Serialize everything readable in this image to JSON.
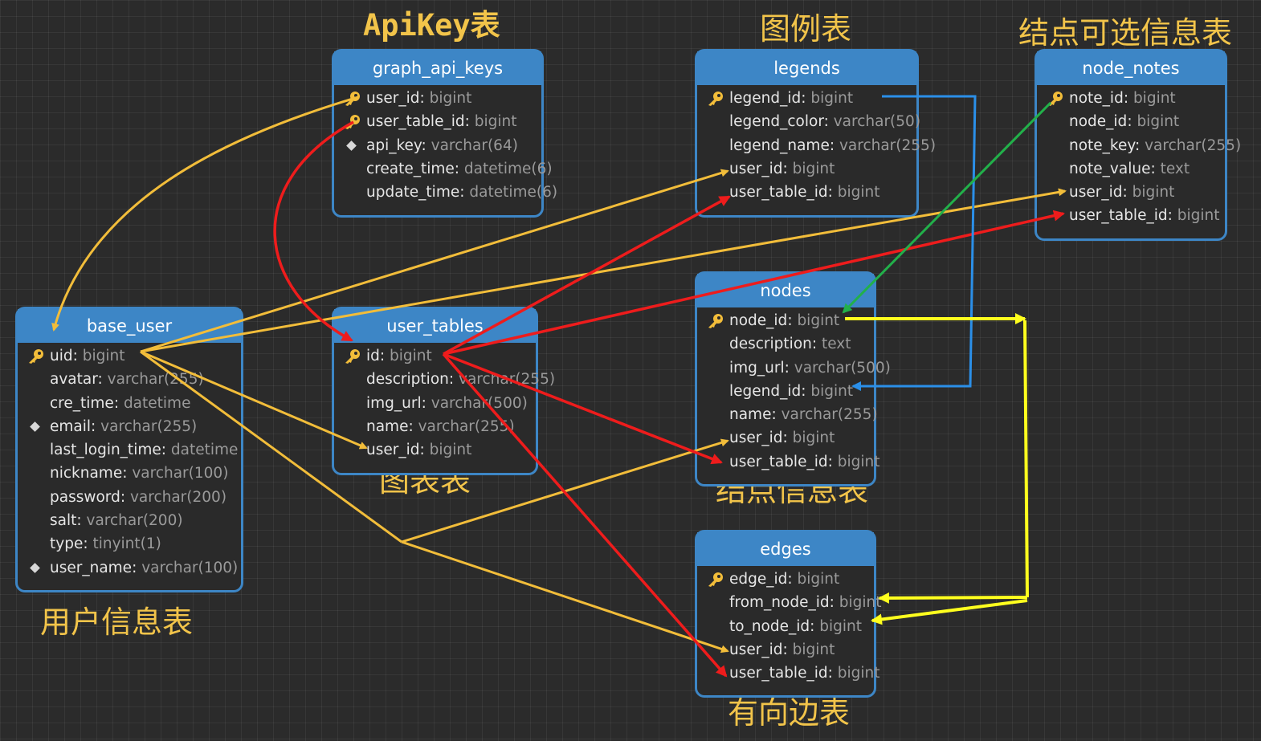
{
  "captions": {
    "apikey": "ApiKey表",
    "legends": "图例表",
    "node_notes": "结点可选信息表",
    "user_tables": "图表表",
    "nodes": "结点信息表",
    "base_user": "用户信息表",
    "edges": "有向边表"
  },
  "tables": {
    "graph_api_keys": {
      "name": "graph_api_keys",
      "fields": [
        {
          "name": "user_id",
          "type": "bigint",
          "icon": "key-icon"
        },
        {
          "name": "user_table_id",
          "type": "bigint",
          "icon": "key-icon"
        },
        {
          "name": "api_key",
          "type": "varchar(64)",
          "icon": "diamond-icon"
        },
        {
          "name": "create_time",
          "type": "datetime(6)",
          "icon": ""
        },
        {
          "name": "update_time",
          "type": "datetime(6)",
          "icon": ""
        }
      ]
    },
    "legends": {
      "name": "legends",
      "fields": [
        {
          "name": "legend_id",
          "type": "bigint",
          "icon": "key-icon"
        },
        {
          "name": "legend_color",
          "type": "varchar(50)",
          "icon": ""
        },
        {
          "name": "legend_name",
          "type": "varchar(255)",
          "icon": ""
        },
        {
          "name": "user_id",
          "type": "bigint",
          "icon": ""
        },
        {
          "name": "user_table_id",
          "type": "bigint",
          "icon": ""
        }
      ]
    },
    "node_notes": {
      "name": "node_notes",
      "fields": [
        {
          "name": "note_id",
          "type": "bigint",
          "icon": "key-icon"
        },
        {
          "name": "node_id",
          "type": "bigint",
          "icon": ""
        },
        {
          "name": "note_key",
          "type": "varchar(255)",
          "icon": ""
        },
        {
          "name": "note_value",
          "type": "text",
          "icon": ""
        },
        {
          "name": "user_id",
          "type": "bigint",
          "icon": ""
        },
        {
          "name": "user_table_id",
          "type": "bigint",
          "icon": ""
        }
      ]
    },
    "nodes": {
      "name": "nodes",
      "fields": [
        {
          "name": "node_id",
          "type": "bigint",
          "icon": "key-icon"
        },
        {
          "name": "description",
          "type": "text",
          "icon": ""
        },
        {
          "name": "img_url",
          "type": "varchar(500)",
          "icon": ""
        },
        {
          "name": "legend_id",
          "type": "bigint",
          "icon": ""
        },
        {
          "name": "name",
          "type": "varchar(255)",
          "icon": ""
        },
        {
          "name": "user_id",
          "type": "bigint",
          "icon": ""
        },
        {
          "name": "user_table_id",
          "type": "bigint",
          "icon": ""
        }
      ]
    },
    "base_user": {
      "name": "base_user",
      "fields": [
        {
          "name": "uid",
          "type": "bigint",
          "icon": "key-icon"
        },
        {
          "name": "avatar",
          "type": "varchar(255)",
          "icon": ""
        },
        {
          "name": "cre_time",
          "type": "datetime",
          "icon": ""
        },
        {
          "name": "email",
          "type": "varchar(255)",
          "icon": "diamond-icon"
        },
        {
          "name": "last_login_time",
          "type": "datetime",
          "icon": ""
        },
        {
          "name": "nickname",
          "type": "varchar(100)",
          "icon": ""
        },
        {
          "name": "password",
          "type": "varchar(200)",
          "icon": ""
        },
        {
          "name": "salt",
          "type": "varchar(200)",
          "icon": ""
        },
        {
          "name": "type",
          "type": "tinyint(1)",
          "icon": ""
        },
        {
          "name": "user_name",
          "type": "varchar(100)",
          "icon": "diamond-icon"
        }
      ]
    },
    "user_tables": {
      "name": "user_tables",
      "fields": [
        {
          "name": "id",
          "type": "bigint",
          "icon": "key-icon"
        },
        {
          "name": "description",
          "type": "varchar(255)",
          "icon": ""
        },
        {
          "name": "img_url",
          "type": "varchar(500)",
          "icon": ""
        },
        {
          "name": "name",
          "type": "varchar(255)",
          "icon": ""
        },
        {
          "name": "user_id",
          "type": "bigint",
          "icon": ""
        }
      ]
    },
    "edges": {
      "name": "edges",
      "fields": [
        {
          "name": "edge_id",
          "type": "bigint",
          "icon": "key-icon"
        },
        {
          "name": "from_node_id",
          "type": "bigint",
          "icon": ""
        },
        {
          "name": "to_node_id",
          "type": "bigint",
          "icon": ""
        },
        {
          "name": "user_id",
          "type": "bigint",
          "icon": ""
        },
        {
          "name": "user_table_id",
          "type": "bigint",
          "icon": ""
        }
      ]
    }
  },
  "colors": {
    "user_relation": "#f2bd3a",
    "table_relation": "#ee1c1c",
    "legend_relation": "#2b8fe8",
    "note_relation": "#22b04a",
    "edge_relation": "#ffff1e"
  }
}
